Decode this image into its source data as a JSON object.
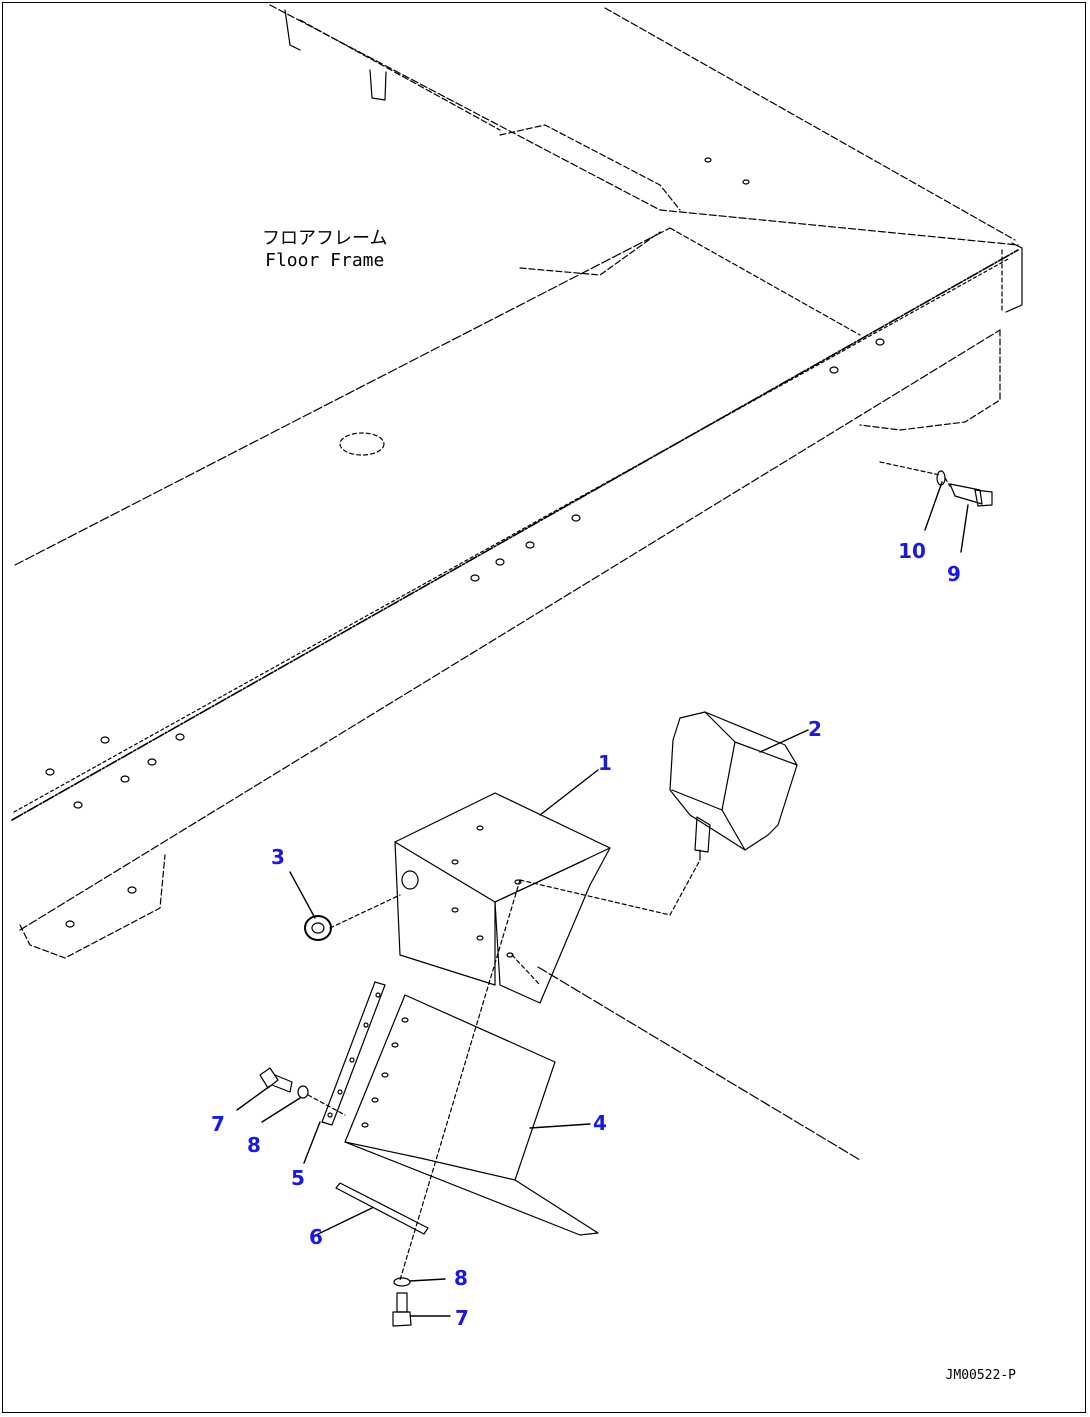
{
  "frame_label": {
    "japanese": "フロアフレーム",
    "english": "Floor Frame"
  },
  "callouts": [
    {
      "id": "c1",
      "text": "1",
      "name": "callout-1-bracket"
    },
    {
      "id": "c2",
      "text": "2",
      "name": "callout-2-lamp"
    },
    {
      "id": "c3",
      "text": "3",
      "name": "callout-3-nut"
    },
    {
      "id": "c4",
      "text": "4",
      "name": "callout-4-cover"
    },
    {
      "id": "c5",
      "text": "5",
      "name": "callout-5-strip"
    },
    {
      "id": "c6",
      "text": "6",
      "name": "callout-6-strip"
    },
    {
      "id": "c7a",
      "text": "7",
      "name": "callout-7-bolt-left"
    },
    {
      "id": "c7b",
      "text": "7",
      "name": "callout-7-bolt-bottom"
    },
    {
      "id": "c8a",
      "text": "8",
      "name": "callout-8-washer-left"
    },
    {
      "id": "c8b",
      "text": "8",
      "name": "callout-8-washer-bottom"
    },
    {
      "id": "c9",
      "text": "9",
      "name": "callout-9-bolt"
    },
    {
      "id": "c10",
      "text": "10",
      "name": "callout-10-washer"
    }
  ],
  "drawing_code": "JM00522-P",
  "colors": {
    "line": "#000000",
    "callout": "#1a1adb",
    "background": "#ffffff"
  }
}
